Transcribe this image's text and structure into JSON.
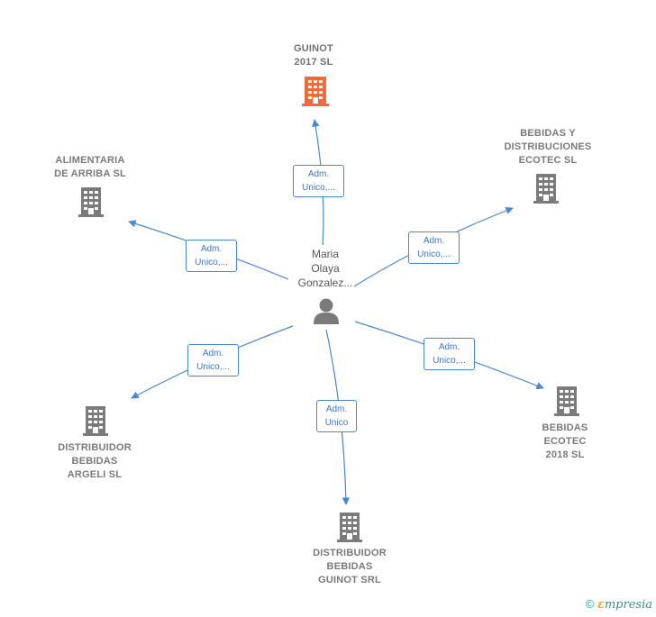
{
  "center": {
    "name": "Maria\nOlaya\nGonzalez...",
    "icon": "person-icon"
  },
  "companies": [
    {
      "id": "guinot-2017",
      "name": "GUINOT\n2017  SL",
      "icon": "building-icon",
      "color": "#f26a3c",
      "highlight": true
    },
    {
      "id": "bebidas-distribuciones-ecotec",
      "name": "BEBIDAS Y\nDISTRIBUCIONES\nECOTEC  SL",
      "icon": "building-icon",
      "color": "#7b7b7b"
    },
    {
      "id": "bebidas-ecotec-2018",
      "name": "BEBIDAS\nECOTEC\n2018  SL",
      "icon": "building-icon",
      "color": "#7b7b7b"
    },
    {
      "id": "distribuidor-bebidas-guinot",
      "name": "DISTRIBUIDOR\nBEBIDAS\nGUINOT SRL",
      "icon": "building-icon",
      "color": "#7b7b7b"
    },
    {
      "id": "distribuidor-bebidas-argeli",
      "name": "DISTRIBUIDOR\nBEBIDAS\nARGELI  SL",
      "icon": "building-icon",
      "color": "#7b7b7b"
    },
    {
      "id": "alimentaria-de-arriba",
      "name": "ALIMENTARIA\nDE ARRIBA  SL",
      "icon": "building-icon",
      "color": "#7b7b7b"
    }
  ],
  "edges": [
    {
      "to": "guinot-2017",
      "label": "Adm.\nUnico,..."
    },
    {
      "to": "bebidas-distribuciones-ecotec",
      "label": "Adm.\nUnico,..."
    },
    {
      "to": "bebidas-ecotec-2018",
      "label": "Adm.\nUnico,..."
    },
    {
      "to": "distribuidor-bebidas-guinot",
      "label": "Adm.\nUnico"
    },
    {
      "to": "distribuidor-bebidas-argeli",
      "label": "Adm.\nUnico,..."
    },
    {
      "to": "alimentaria-de-arriba",
      "label": "Adm.\nUnico,..."
    }
  ],
  "edge_color": "#4a86d6",
  "copyright": {
    "symbol": "©",
    "brand_first": "ε",
    "brand_rest": "mpresia"
  }
}
